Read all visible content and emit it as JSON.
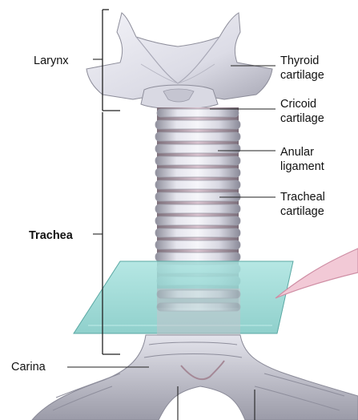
{
  "labels": {
    "larynx": "Larynx",
    "thyroid_line1": "Thyroid",
    "thyroid_line2": "cartilage",
    "cricoid_line1": "Cricoid",
    "cricoid_line2": "cartilage",
    "anular_line1": "Anular",
    "anular_line2": "ligament",
    "tracheal_line1": "Tracheal",
    "tracheal_line2": "cartilage",
    "trachea": "Trachea",
    "carina": "Carina"
  },
  "colors": {
    "cartilage_light": "#e9e9f0",
    "cartilage_shadow": "#9e9eab",
    "ligament_pink": "#c9a8b8",
    "glass_plane": "#8fd3cf",
    "pointer_pink": "#f2c9d6",
    "text": "#111111"
  },
  "icons": {
    "glass-plane": "transverse section plane",
    "pointer": "pink pointer arrow"
  }
}
